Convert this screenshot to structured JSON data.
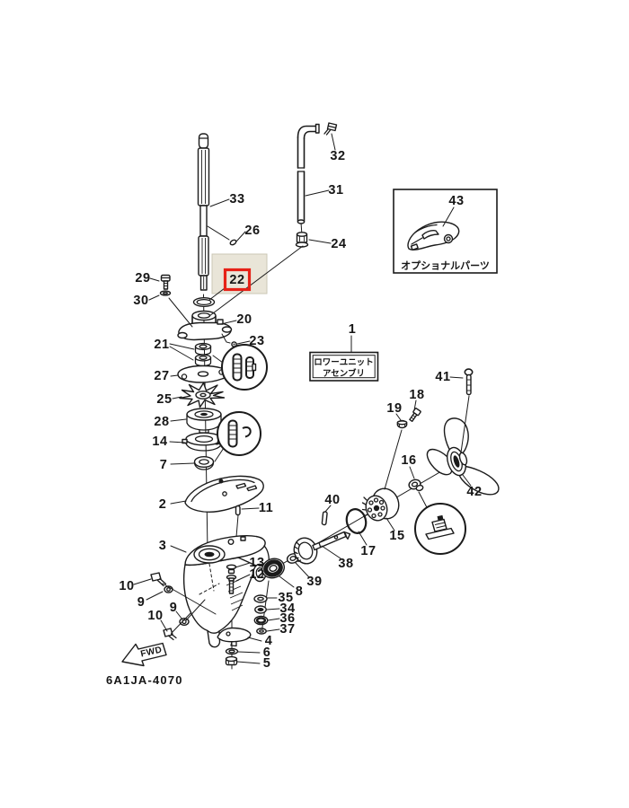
{
  "diagram": {
    "code": "6A1JA-4070",
    "fwd": "FWD",
    "optional_box": {
      "caption": "オプショナルパーツ"
    },
    "assembly_box": {
      "line1": "ロワーユニット",
      "line2": "アセンブリ"
    },
    "highlight": {
      "part": "22",
      "box_fill": "#e9e5d8",
      "box_border": "#cbc7b6",
      "red_color": "#e62117"
    },
    "parts": {
      "p1": "1",
      "p2": "2",
      "p3": "3",
      "p4": "4",
      "p5": "5",
      "p6": "6",
      "p7": "7",
      "p8": "8",
      "p9": "9",
      "p10": "10",
      "p11": "11",
      "p12": "12",
      "p13": "13",
      "p14": "14",
      "p15": "15",
      "p16": "16",
      "p17": "17",
      "p18": "18",
      "p19": "19",
      "p20": "20",
      "p21": "21",
      "p22": "22",
      "p23": "23",
      "p24": "24",
      "p25": "25",
      "p26": "26",
      "p27": "27",
      "p28": "28",
      "p29": "29",
      "p30": "30",
      "p31": "31",
      "p32": "32",
      "p33": "33",
      "p34": "34",
      "p35": "35",
      "p36": "36",
      "p37": "37",
      "p38": "38",
      "p39": "39",
      "p40": "40",
      "p41": "41",
      "p42": "42",
      "p43": "43"
    }
  }
}
